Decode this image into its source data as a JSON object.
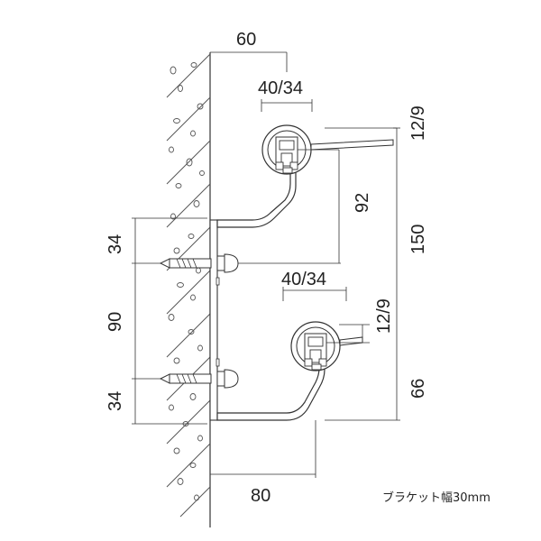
{
  "dimensions": {
    "top_overall": "60",
    "top_bracket": "40/34",
    "top_offset": "12/9",
    "drop_92": "92",
    "height_150": "150",
    "lower_bracket": "40/34",
    "lower_offset": "12/9",
    "height_66": "66",
    "left_upper": "34",
    "left_middle": "90",
    "left_lower": "34",
    "bottom_overall": "80"
  },
  "caption": "ブラケット幅30mm"
}
